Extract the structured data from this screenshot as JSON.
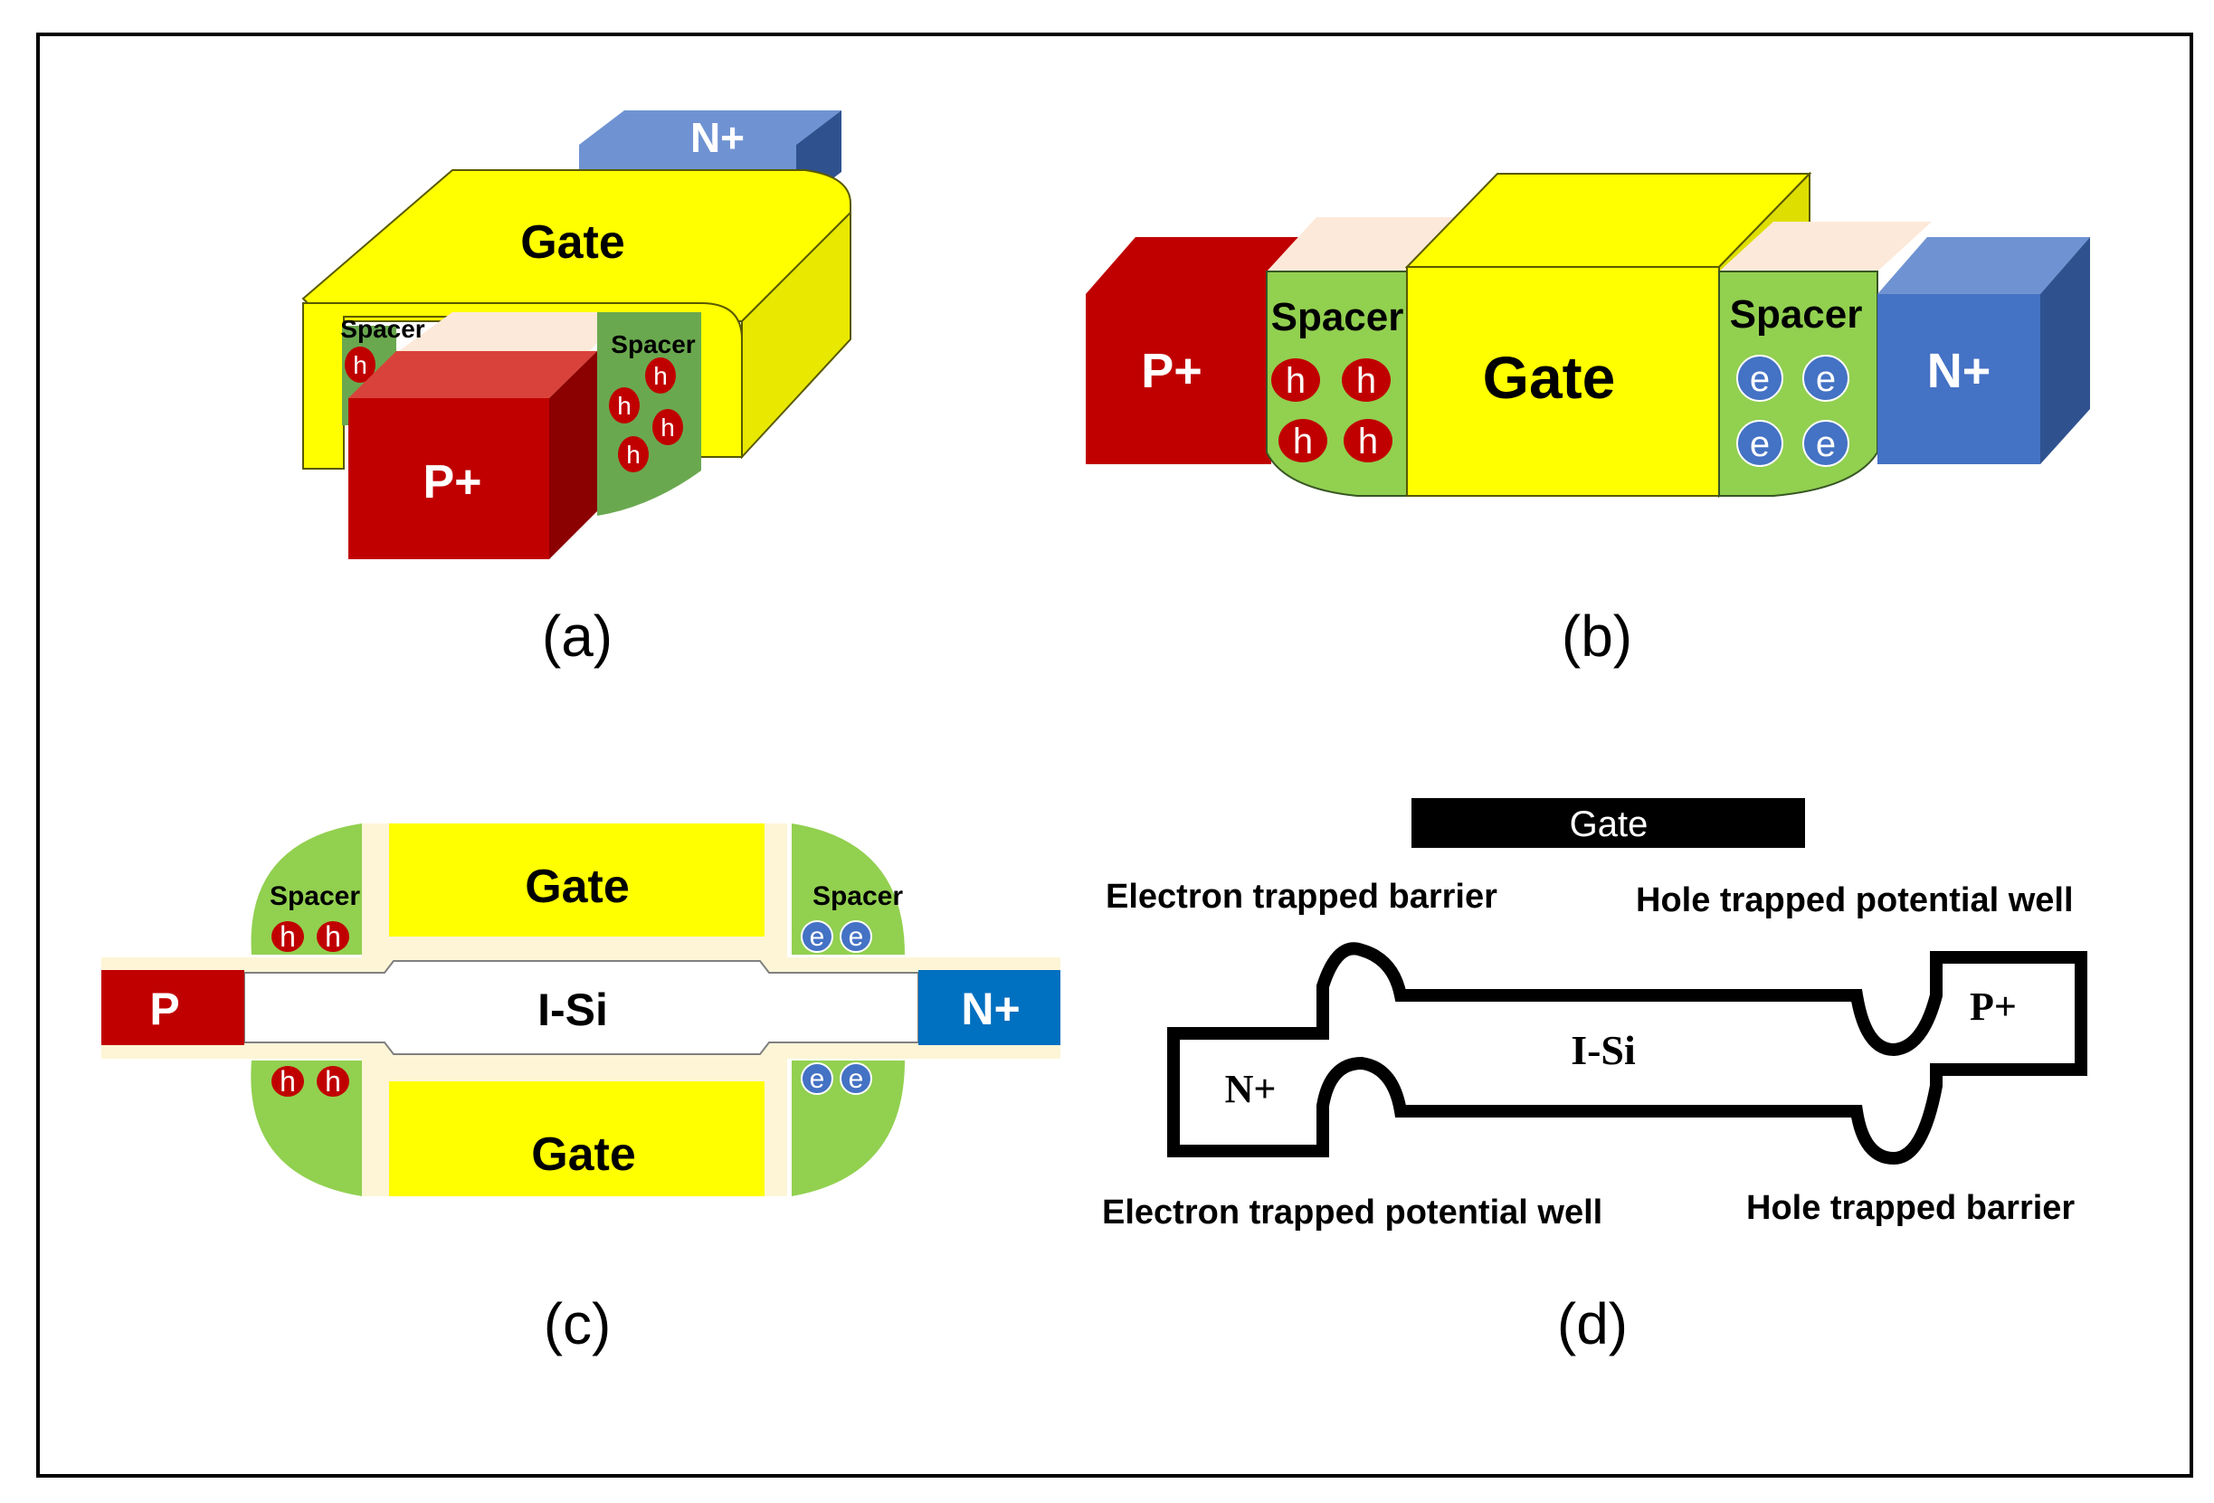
{
  "panels": {
    "a": {
      "caption": "(a)",
      "gate": "Gate",
      "spacer_left": "Spacer",
      "spacer_right": "Spacer",
      "source": "P+",
      "drain": "N+",
      "carrier": "h"
    },
    "b": {
      "caption": "(b)",
      "gate": "Gate",
      "spacer_left": "Spacer",
      "spacer_right": "Spacer",
      "source": "P+",
      "drain": "N+",
      "hole": "h",
      "electron": "e"
    },
    "c": {
      "caption": "(c)",
      "gate_top": "Gate",
      "gate_bottom": "Gate",
      "spacer_left": "Spacer",
      "spacer_right": "Spacer",
      "channel": "I-Si",
      "source": "P",
      "drain": "N+",
      "hole": "h",
      "electron": "e"
    },
    "d": {
      "caption": "(d)",
      "gate": "Gate",
      "channel": "I-Si",
      "left_region": "N+",
      "right_region": "P+",
      "label_top_left": "Electron trapped barrier",
      "label_top_right": "Hole trapped potential well",
      "label_bottom_left": "Electron trapped potential well",
      "label_bottom_right": "Hole trapped barrier"
    }
  },
  "colors": {
    "gate_yellow": "#ffff00",
    "p_red": "#c00000",
    "n_blue": "#4472c4",
    "n_blue_c": "#0070c0",
    "spacer_green": "#92d050",
    "oxide_cream": "#fdf5d6",
    "hole_red": "#c00000",
    "electron_blue": "#4472c4"
  }
}
